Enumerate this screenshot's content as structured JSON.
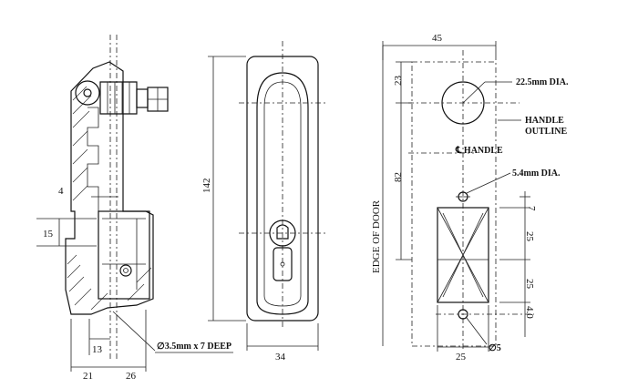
{
  "labels": {
    "dim_4": "4",
    "dim_15": "15",
    "dim_13": "13",
    "dim_21": "21",
    "dim_26": "26",
    "hole_note": "∅3.5mm x 7 DEEP",
    "dim_142": "142",
    "dim_34": "34",
    "dim_45": "45",
    "dim_23": "23",
    "dim_82": "82",
    "dim_7": "7",
    "dim_25a": "25",
    "dim_25b": "25",
    "dim_4_0": "4.0",
    "dim_25c": "25",
    "dia_22_5": "22.5mm DIA.",
    "handle_outline_1": "HANDLE",
    "handle_outline_2": "OUTLINE",
    "cl_handle": "℄ HANDLE",
    "dia_5_4": "5.4mm DIA.",
    "dia_5": "∅5",
    "edge_of_door": "EDGE OF DOOR"
  }
}
